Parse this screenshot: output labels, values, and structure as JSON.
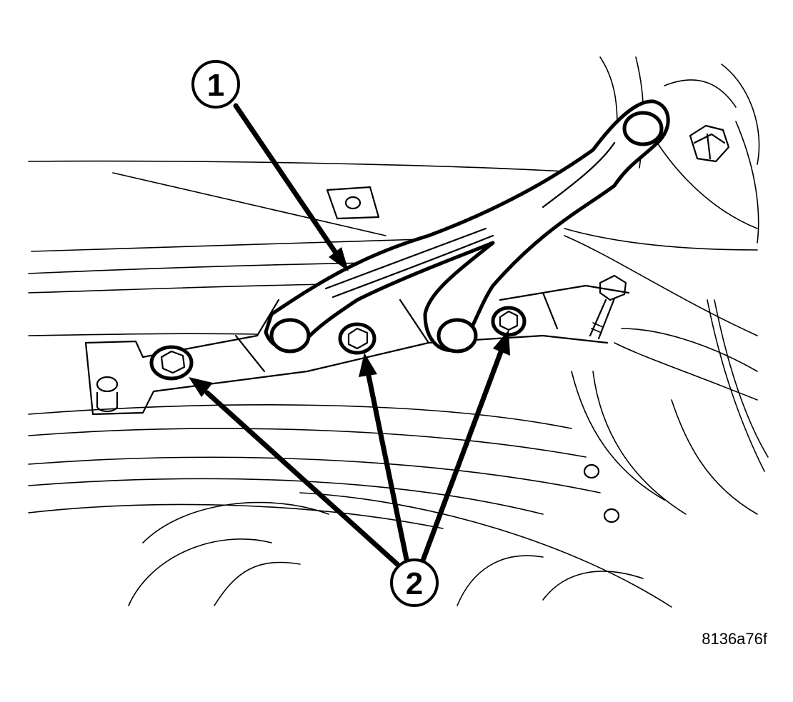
{
  "callouts": {
    "c1": {
      "label": "1"
    },
    "c2": {
      "label": "2"
    }
  },
  "figure_id": "8136a76f",
  "colors": {
    "line": "#000000",
    "background": "#ffffff"
  }
}
